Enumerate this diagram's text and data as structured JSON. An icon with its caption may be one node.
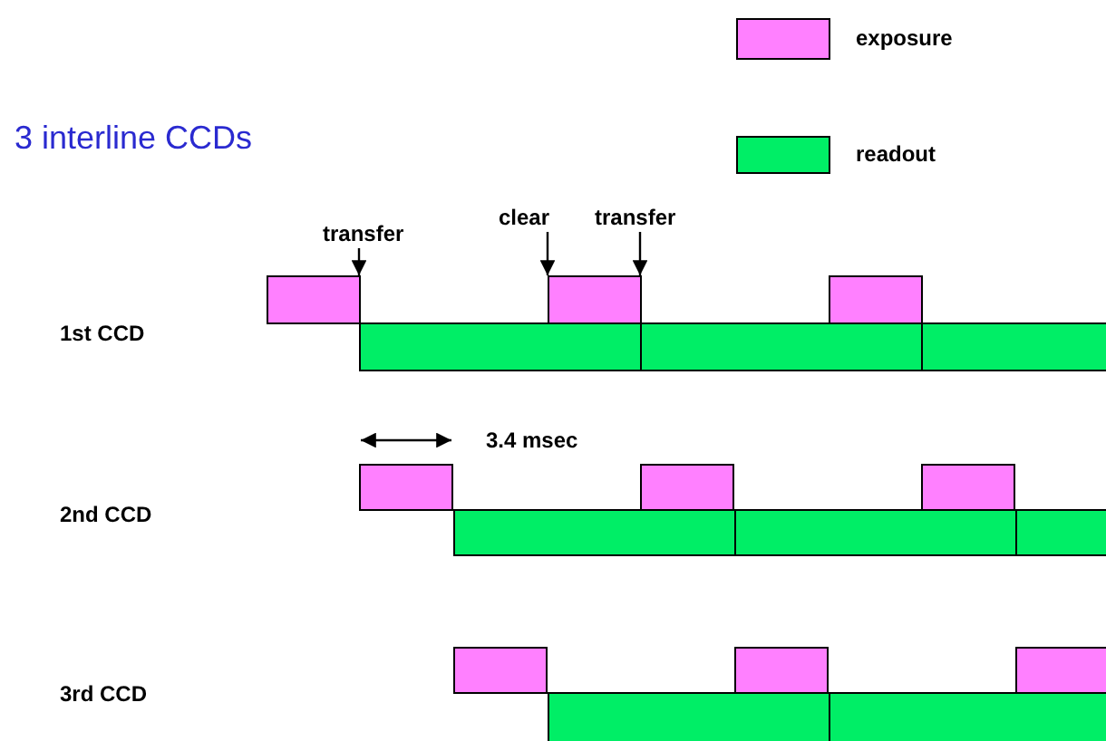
{
  "diagram": {
    "title": "3 interline CCDs",
    "nodes": [
      {
        "text": [
          "transfer"
        ]
      },
      {
        "text": [
          "clear"
        ]
      },
      {
        "text": [
          "transfer"
        ]
      },
      {
        "text": [],
        "shape": "bar"
      },
      {
        "text": [],
        "shape": "bar"
      },
      {
        "text": [],
        "shape": "bar"
      },
      {
        "text": [],
        "shape": "bar"
      },
      {
        "text": [],
        "shape": "bar"
      },
      {
        "text": [],
        "shape": "bar"
      },
      {
        "text": [],
        "shape": "bar"
      },
      {
        "text": [],
        "shape": "bar"
      },
      {
        "text": [],
        "shape": "bar"
      },
      {
        "text": [],
        "shape": "bar"
      },
      {
        "text": [],
        "shape": "bar"
      },
      {
        "text": [],
        "shape": "bar"
      },
      {
        "text": [],
        "shape": "bar"
      },
      {
        "text": [],
        "shape": "bar"
      },
      {
        "text": [],
        "shape": "bar"
      },
      {
        "text": [],
        "shape": "bar"
      },
      {
        "text": [],
        "shape": "bar"
      }
    ],
    "edges": [
      {
        "from": 0,
        "to": 3,
        "arrow": "to"
      },
      {
        "from": 1,
        "to": 4,
        "arrow": "to"
      },
      {
        "from": 2,
        "to": 4,
        "arrow": "to"
      }
    ],
    "labels": [
      "1st CCD",
      "3.4 msec",
      "2nd CCD",
      "3rd CCD"
    ],
    "legend": [
      {
        "text": "exposure",
        "color": "#ff80ff"
      },
      {
        "text": "readout",
        "color": "#00ee66"
      }
    ]
  }
}
